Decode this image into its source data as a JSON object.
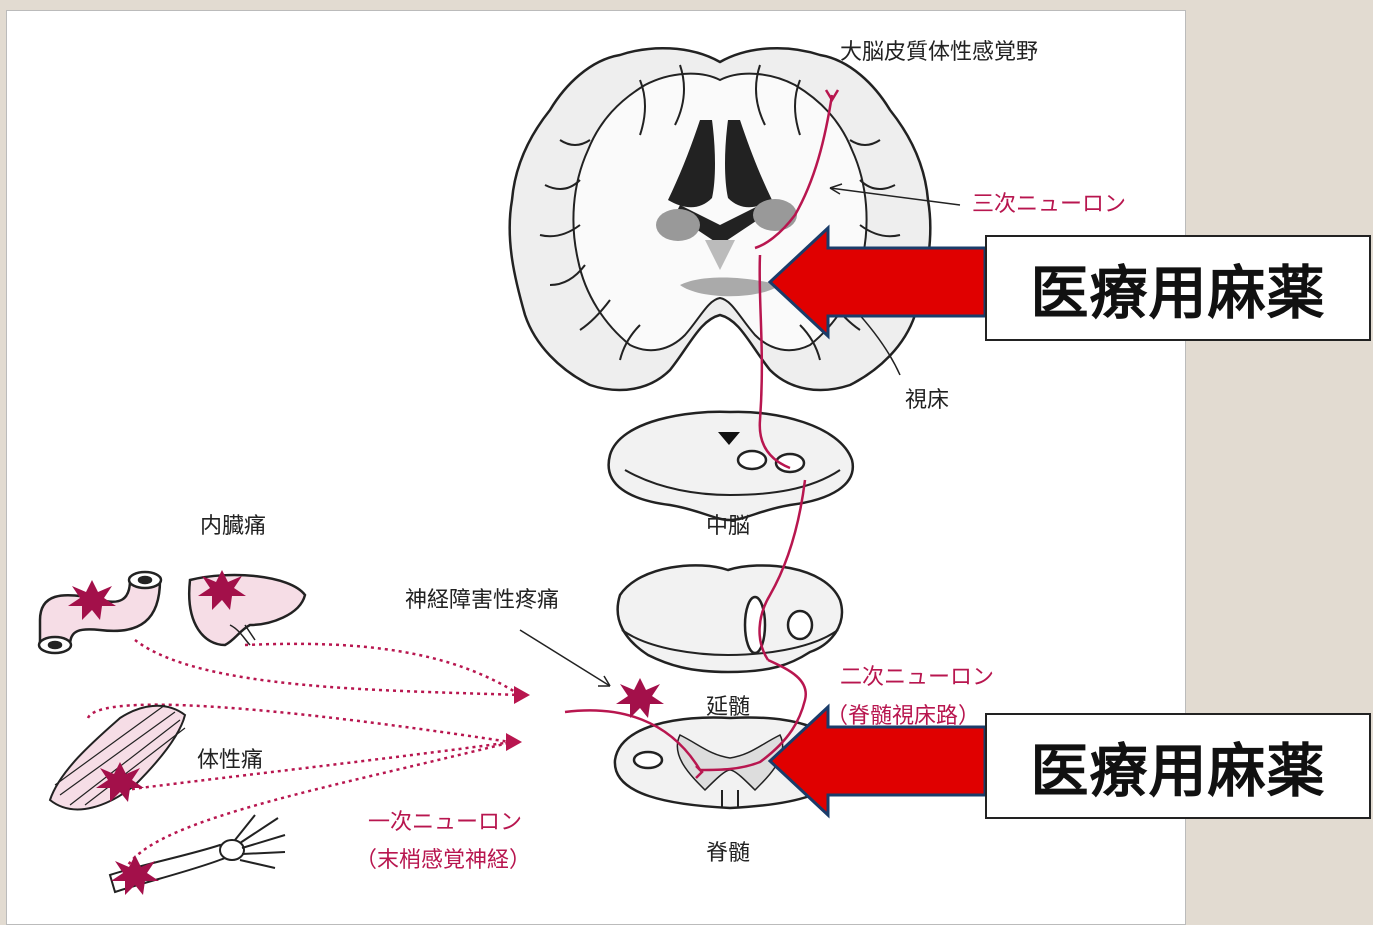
{
  "diagram": {
    "brain_cortex_label": "大脳皮質体性感覚野",
    "third_neuron_label": "三次ニューロン",
    "thalamus_label": "視床",
    "midbrain_label": "中脳",
    "medulla_label": "延髄",
    "spinal_cord_label": "脊髄",
    "second_neuron_label": "二次ニューロン",
    "second_neuron_sub": "（脊髄視床路）",
    "first_neuron_label": "一次ニューロン",
    "first_neuron_sub": "（末梢感覚神経）",
    "visceral_pain_label": "内臓痛",
    "somatic_pain_label": "体性痛",
    "neuropathic_pain_label": "神経障害性疼痛"
  },
  "callouts": [
    {
      "label": "医療用麻薬"
    },
    {
      "label": "医療用麻薬"
    }
  ],
  "colors": {
    "pathway": "#b8164f",
    "arrow": "#e00000",
    "background": "#e2dbd1",
    "panel": "#ffffff"
  }
}
